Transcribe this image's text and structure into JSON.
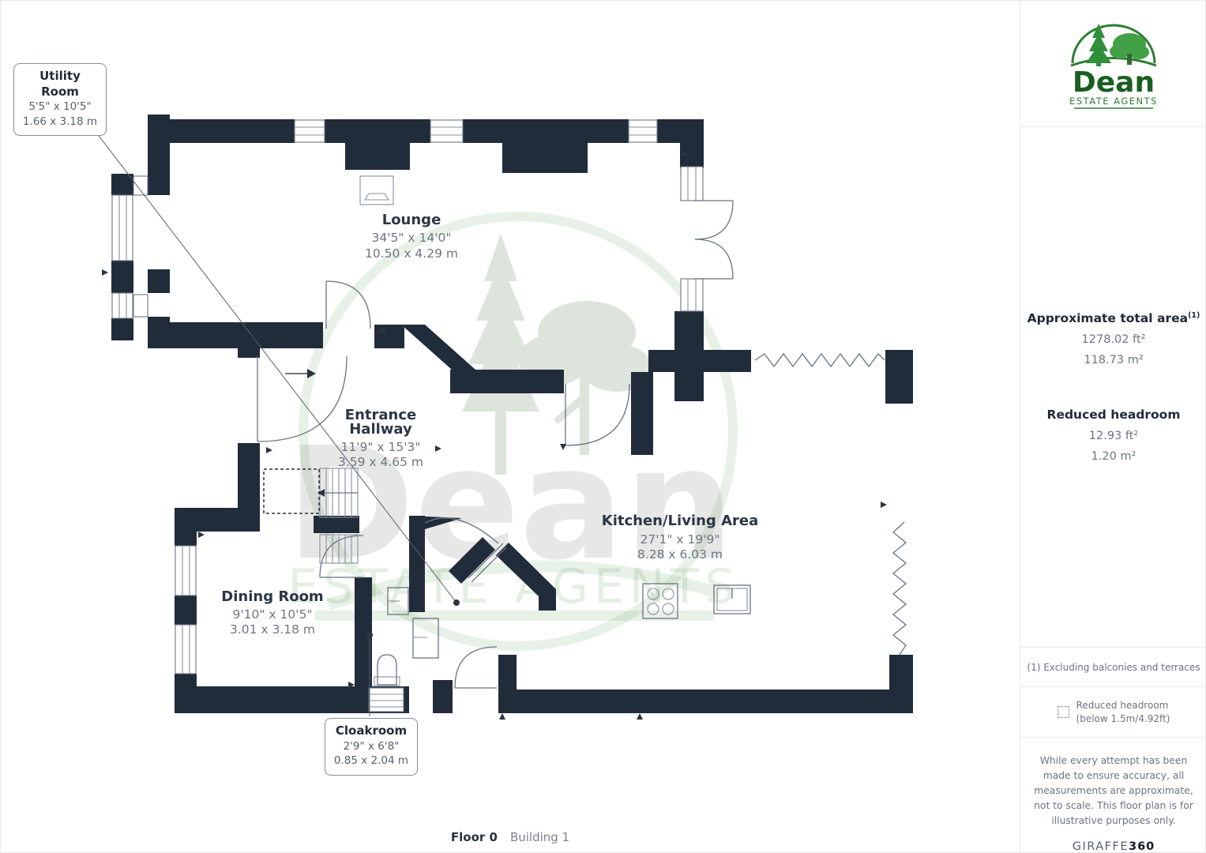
{
  "colors": {
    "wall": "#212c3b",
    "brand_green": "#2e7d32",
    "brand_dark_green": "#1b5e20",
    "watermark_green": "#5d9e57"
  },
  "rooms": {
    "lounge": {
      "name": "Lounge",
      "imperial": "34'5\" x 14'0\"",
      "metric": "10.50 x 4.29 m"
    },
    "entrance_hallway": {
      "name_line1": "Entrance",
      "name_line2": "Hallway",
      "imperial": "11'9\" x 15'3\"",
      "metric": "3.59 x 4.65 m"
    },
    "kitchen_living": {
      "name": "Kitchen/Living Area",
      "imperial": "27'1\" x 19'9\"",
      "metric": "8.28 x 6.03 m"
    },
    "dining": {
      "name": "Dining Room",
      "imperial": "9'10\" x 10'5\"",
      "metric": "3.01 x 3.18 m"
    },
    "utility": {
      "name": "Utility Room",
      "imperial": "5'5\" x 10'5\"",
      "metric": "1.66 x 3.18 m"
    },
    "cloakroom": {
      "name": "Cloakroom",
      "imperial": "2'9\" x 6'8\"",
      "metric": "0.85 x 2.04 m"
    }
  },
  "footer": {
    "floor": "Floor 0",
    "building": "Building 1"
  },
  "watermark": {
    "name": "Dean",
    "tagline": "ESTATE AGENTS"
  },
  "sidebar": {
    "brand": {
      "name": "Dean",
      "tagline": "ESTATE AGENTS"
    },
    "total_area": {
      "title": "Approximate total area",
      "superscript": "(1)",
      "imperial": "1278.02 ft²",
      "metric": "118.73 m²"
    },
    "reduced_headroom": {
      "title": "Reduced headroom",
      "imperial": "12.93 ft²",
      "metric": "1.20 m²"
    },
    "footnote": "(1) Excluding balconies and terraces",
    "legend": {
      "icon": "dashed-square",
      "line1": "Reduced headroom",
      "line2": "(below 1.5m/4.92ft)"
    },
    "disclaimer": "While every attempt has been made to ensure accuracy, all measurements are approximate, not to scale. This floor plan is for illustrative purposes only.",
    "brand_mark": {
      "name": "GIRAFFE",
      "suffix": "360"
    }
  }
}
